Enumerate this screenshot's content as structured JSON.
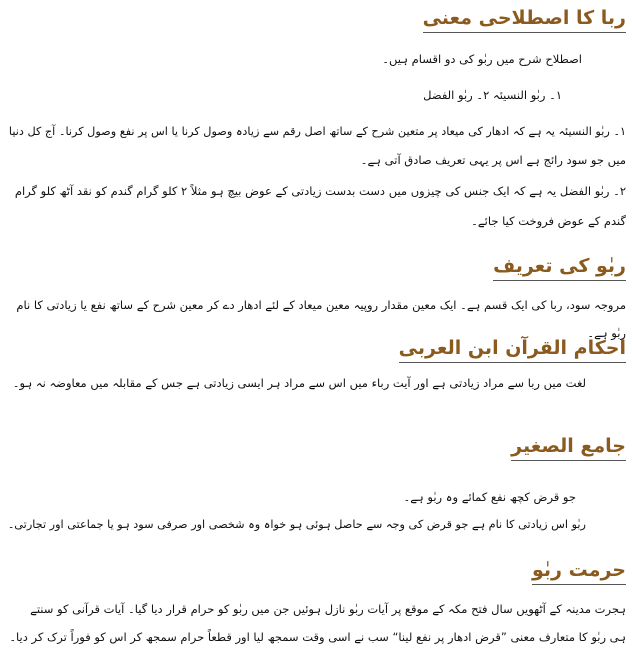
{
  "sections": [
    {
      "heading": "ربا کا اصطلاحی معنی",
      "lines": [
        "اصطلاح شرح میں ربٰو کی دو اقسام ہیں۔",
        "۱۔ ربٰو النسیئہ                ۲۔ ربٰو الفضل",
        "۱۔ ربٰو النسیئہ یہ ہے کہ ادھار کی میعاد پر متعین شرح کے ساتھ اصل رقم سے زیادہ وصول کرنا یا اس پر نفع وصول کرنا۔ آج کل دنیا",
        "میں جو سود رائج ہے اس پر یہی تعریف صادق آتی ہے۔",
        "۲۔ ربٰو الفضل یہ ہے کہ ایک جنس کی چیزوں میں دست بدست زیادتی کے عوض بیچ ہو مثلاً ۲ کلو گرام گندم کو نقد آٹھ کلو گرام",
        "گندم کے عوض فروخت کیا جائے۔"
      ]
    },
    {
      "heading": "ربٰو کی تعریف",
      "lines": [
        "مروجہ سود، ربا کی ایک قسم ہے۔ ایک معین مقدار روپیہ معین میعاد کے لئے ادھار دے کر معین شرح کے ساتھ نفع یا زیادتی کا نام",
        "ربٰو ہے۔"
      ]
    },
    {
      "heading": "احکام القرآن ابن العربی",
      "lines": [
        "لغت میں ربا سے مراد زیادتی ہے اور آیت رباء میں اس سے مراد ہر ایسی زیادتی ہے جس کے مقابلہ میں معاوضہ نہ ہو۔"
      ]
    },
    {
      "heading": "جامع الصغیر",
      "lines": [
        "جو قرض کچھ نفع کمائے وہ ربٰو ہے۔",
        "ربٰو اس زیادتی کا نام ہے جو قرض کی وجہ سے حاصل ہوئی ہو خواہ وہ شخصی اور صرفی سود ہو یا جماعتی اور تجارتی۔"
      ]
    },
    {
      "heading": "حرمت ربٰو",
      "lines": [
        "ہجرت مدینہ کے آٹھویں سال فتح مکہ کے موقع پر آیات ربٰو نازل ہوئیں جن میں ربٰو کو حرام قرار دیا گیا۔ آیات قرآنی کو سنتے",
        "ہی ربٰو کا متعارف معنی ”قرض ادھار پر نفع لینا“ سب نے اسی وقت سمجھ لیا اور قطعاً حرام سمجھ کر اس کو فوراً ترک کر دیا۔"
      ]
    }
  ]
}
